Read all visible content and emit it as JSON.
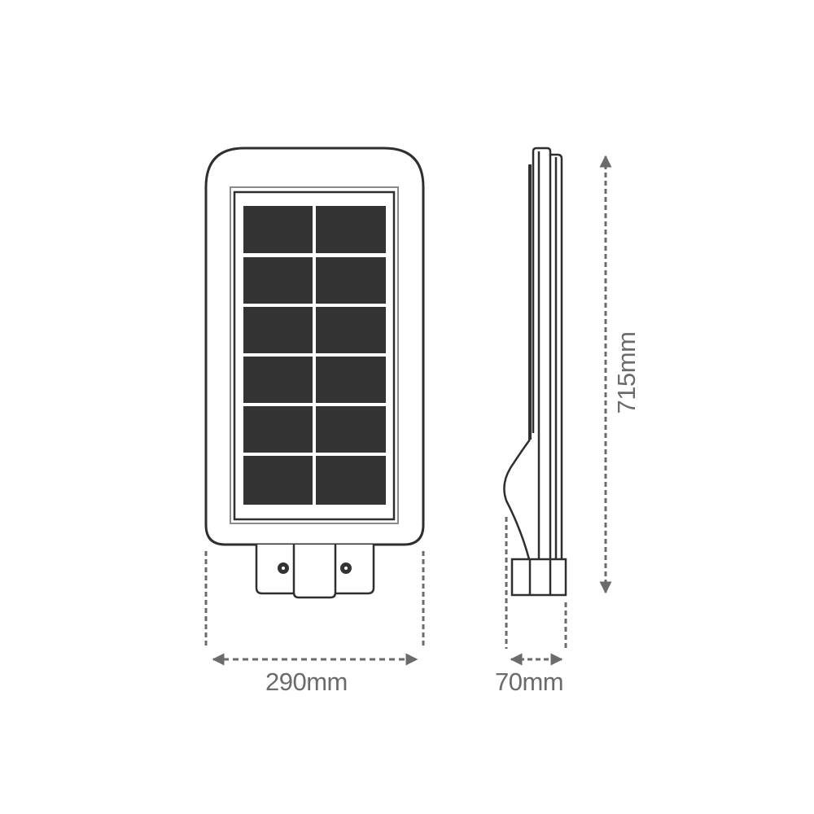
{
  "diagram": {
    "type": "product dimension drawing",
    "subject": "solar street light",
    "views": [
      "front",
      "side"
    ],
    "colors": {
      "outline": "#2f2f2f",
      "solar_cell": "#333333",
      "dimension": "#6b6b6b",
      "background": "#ffffff"
    },
    "solar_panel": {
      "rows": 6,
      "columns": 2
    },
    "dimensions": {
      "width": {
        "label": "290mm",
        "value": 290,
        "unit": "mm"
      },
      "depth": {
        "label": "70mm",
        "value": 70,
        "unit": "mm"
      },
      "height": {
        "label": "715mm",
        "value": 715,
        "unit": "mm"
      }
    }
  }
}
